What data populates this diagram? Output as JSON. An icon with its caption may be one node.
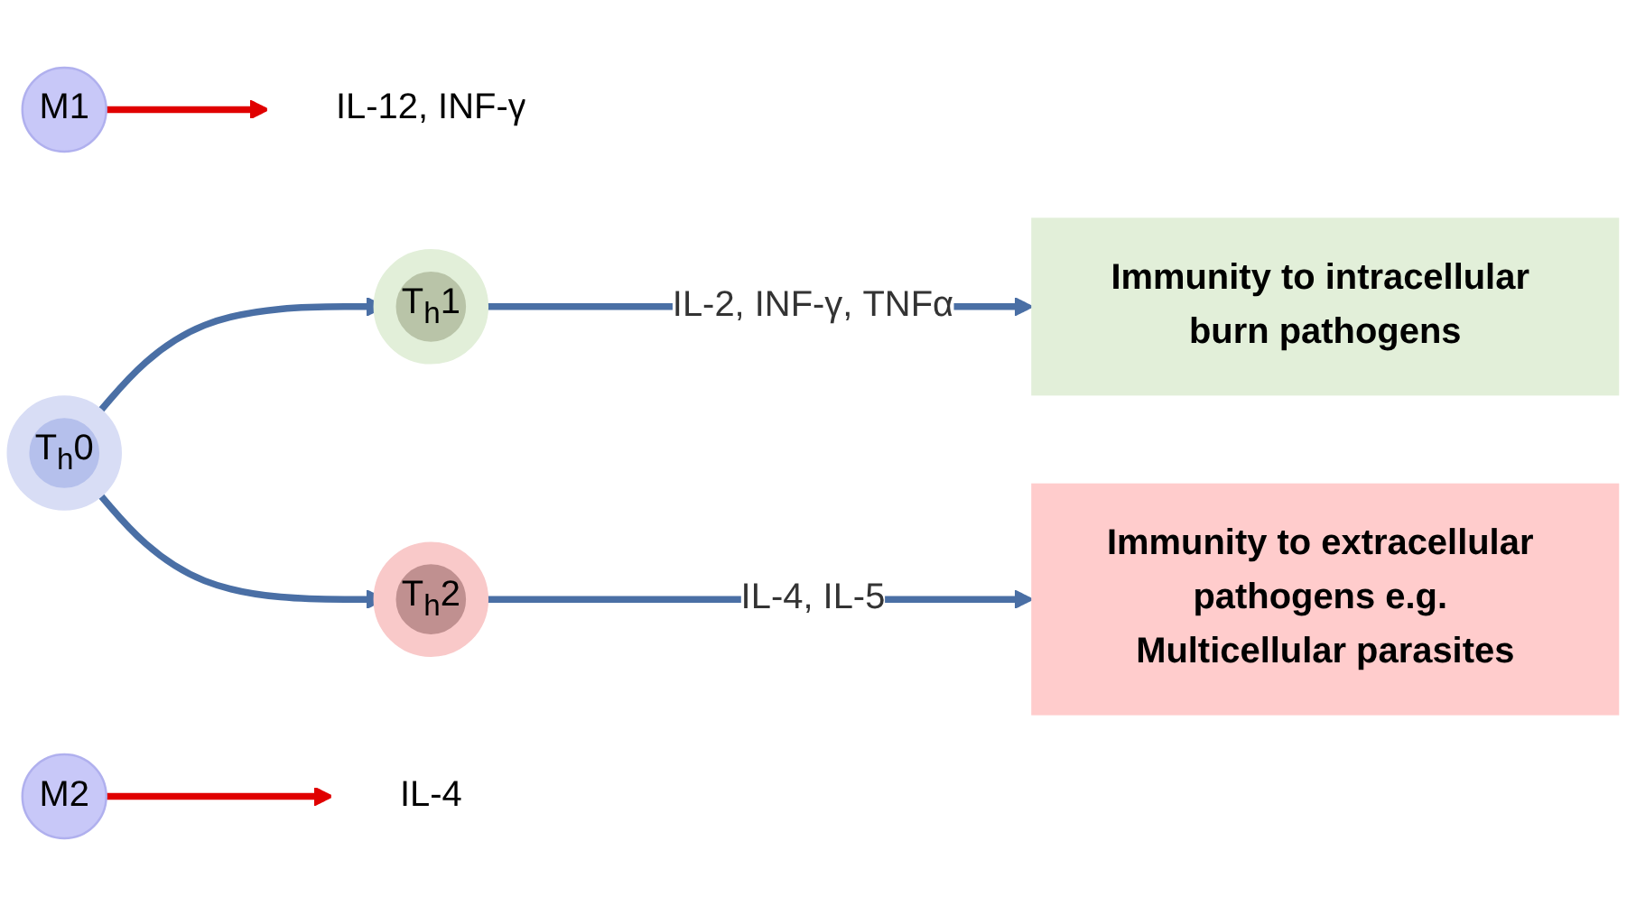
{
  "diagram": {
    "nodes": [
      {
        "text": [
          "M1"
        ]
      },
      {
        "text": [
          "IL-12, INF-γ"
        ]
      },
      {
        "text": [
          "T$_{h}$1"
        ]
      },
      {
        "text": [
          "Immunity to intracellular burn pathogens"
        ]
      },
      {
        "text": [
          "T$_{h}$0"
        ]
      },
      {
        "text": [
          "T$_{h}$2"
        ]
      },
      {
        "text": [
          "Immunity to extracellular pathogens e.g. Multicellular parasites"
        ]
      },
      {
        "text": [
          "IL-4"
        ]
      },
      {
        "text": [
          "M2"
        ]
      }
    ],
    "edges": [
      {
        "from": 0,
        "to": 1,
        "arrow": "to",
        "color": "#e00000"
      },
      {
        "from": 4,
        "to": 2,
        "arrow": "to"
      },
      {
        "from": 2,
        "to": 3,
        "arrow": "to",
        "label": "IL-2, INF-γ, TNFα"
      },
      {
        "from": 4,
        "to": 5,
        "arrow": "to"
      },
      {
        "from": 5,
        "to": 6,
        "arrow": "to",
        "label": "IL-4, IL-5"
      },
      {
        "from": 8,
        "to": 7,
        "arrow": "to",
        "color": "#e00000"
      }
    ]
  }
}
